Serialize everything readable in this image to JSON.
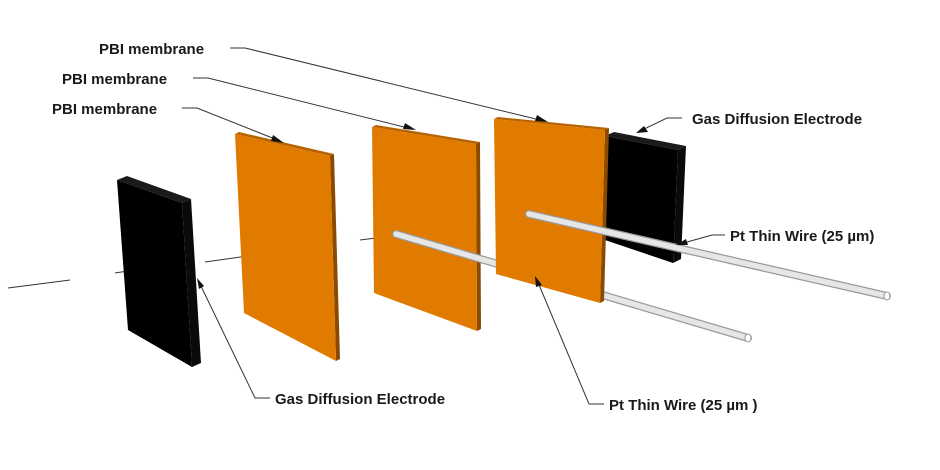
{
  "labels": {
    "membrane_1": "PBI membrane",
    "membrane_2": "PBI membrane",
    "membrane_3": "PBI membrane",
    "gde_top": "Gas Diffusion Electrode",
    "gde_bottom": "Gas Diffusion Electrode",
    "wire_top": "Pt Thin Wire (25 µm)",
    "wire_bottom": "Pt Thin Wire (25 µm )"
  },
  "colors": {
    "membrane_front": "#e07b00",
    "membrane_edge": "#8a4a00",
    "electrode": "#000000",
    "wire": "#e6e6e6",
    "wire_outline": "#9a9a9a",
    "text": "#1a1a1a"
  }
}
